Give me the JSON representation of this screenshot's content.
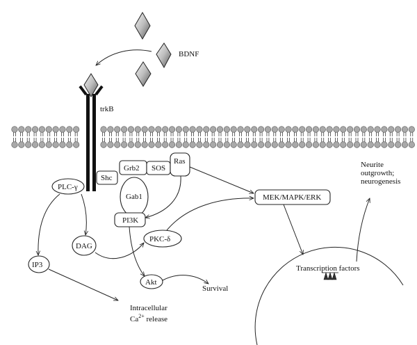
{
  "labels": {
    "bdnf": "BDNF",
    "trkb": "trkB",
    "shc": "Shc",
    "grb2": "Grb2",
    "sos": "SOS",
    "ras": "Ras",
    "gab1": "Gab1",
    "pi3k": "PI3K",
    "plc": "PLC-γ",
    "dag": "DAG",
    "ip3": "IP3",
    "pkc": "PKC-δ",
    "akt": "Akt",
    "survival": "Survival",
    "mek": "MEK/MAPK/ERK",
    "transcription": "Transcription factors",
    "neurite_1": "Neurite",
    "neurite_2": "outgrowth;",
    "neurite_3": "neurogenesis",
    "intracellular": "Intracellular",
    "ca_base": "Ca",
    "ca_sup": "2+",
    "release": " release"
  },
  "colors": {
    "membrane_head": "#a9a9a9",
    "line": "#222222",
    "diamond_dark": "#6a6a6a",
    "diamond_light": "#e6e6e6"
  }
}
